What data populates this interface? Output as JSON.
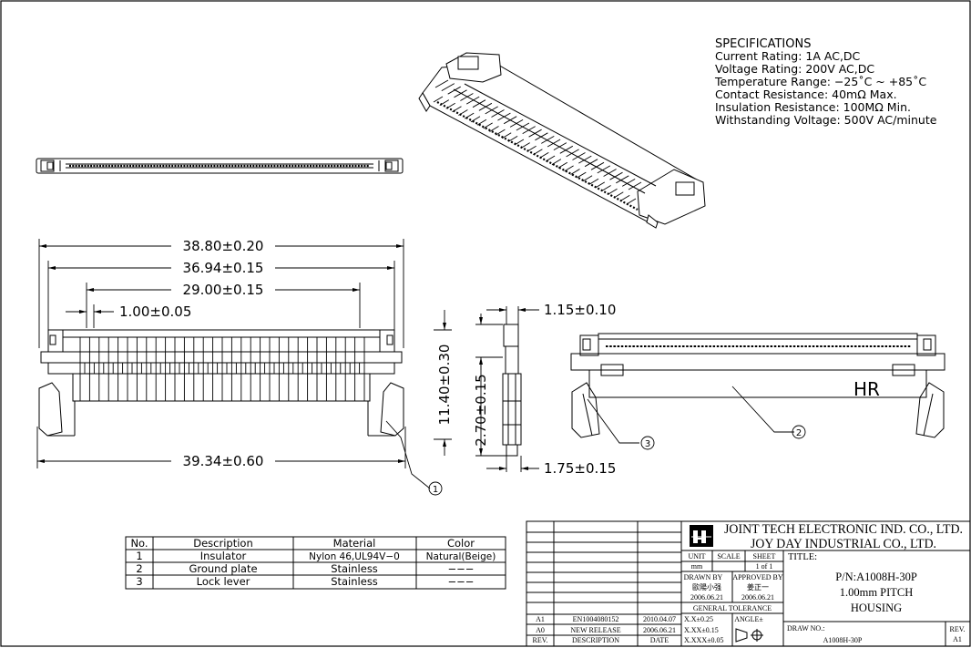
{
  "specifications": {
    "heading": "SPECIFICATIONS",
    "lines": [
      "Current Rating: 1A AC,DC",
      "Voltage Rating: 200V AC,DC",
      "Temperature Range: −25˚C ~ +85˚C",
      "Contact Resistance: 40mΩ Max.",
      "Insulation Resistance: 100MΩ Min.",
      "Withstanding Voltage: 500V AC/minute"
    ]
  },
  "dimensions": {
    "overall_top": "38.80±0.20",
    "second": "36.94±0.15",
    "third": "29.00±0.15",
    "pitch": "1.00±0.05",
    "bottom": "39.34±0.60",
    "height": "11.40±0.30",
    "side_top": "1.15±0.10",
    "side_height": "2.70±0.15",
    "side_bottom": "1.75±0.15"
  },
  "callouts": [
    "①",
    "②",
    "③"
  ],
  "housing_mark": "HR",
  "parts_table": {
    "headers": [
      "No.",
      "Description",
      "Material",
      "Color"
    ],
    "rows": [
      [
        "1",
        "Insulator",
        "Nylon 46,UL94V−0",
        "Natural(Beige)"
      ],
      [
        "2",
        "Ground plate",
        "Stainless",
        "−−−"
      ],
      [
        "3",
        "Lock lever",
        "Stainless",
        "−−−"
      ]
    ]
  },
  "title_block": {
    "company_line1": "JOINT TECH ELECTRONIC IND. CO., LTD.",
    "company_line2": "JOY DAY INDUSTRIAL CO., LTD.",
    "unit_label": "UNIT",
    "unit_value": "mm",
    "scale_label": "SCALE",
    "sheet_label": "SHEET",
    "sheet_value": "1 of 1",
    "title_label": "TITLE:",
    "title_lines": [
      "P/N:A1008H-30P",
      "1.00mm PITCH",
      "HOUSING"
    ],
    "drawn_label": "DRAWN BY",
    "drawn_name": "歐陽小强",
    "drawn_date": "2006.06.21",
    "approved_label": "APPROVED BY",
    "approved_name": "姜正一",
    "approved_date": "2006.06.21",
    "tolerance_label": "GENERAL TOLERANCE",
    "tol1": "X.X±0.25",
    "tol2": "X.XX±0.15",
    "tol3": "X.XXX±0.05",
    "angle_label": "ANGLE±",
    "drawno_label": "DRAW NO.:",
    "drawno_value": "A1008H-30P",
    "rev_label": "REV.",
    "rev_value": "A1",
    "revisions": [
      [
        "A1",
        "EN1004080152",
        "2010.04.07"
      ],
      [
        "A0",
        "NEW RELEASE",
        "2006.06.21"
      ]
    ],
    "rev_headers": [
      "REV.",
      "DESCRIPTION",
      "DATE"
    ]
  }
}
